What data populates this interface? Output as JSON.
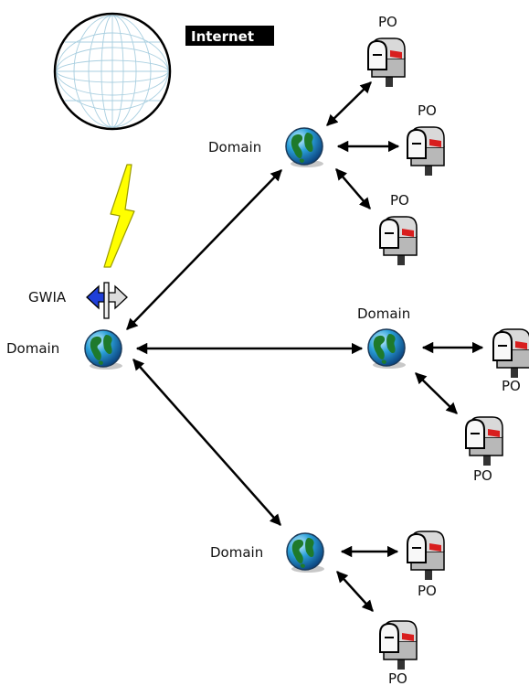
{
  "internet": {
    "label": "Internet"
  },
  "gateway": {
    "label": "GWIA"
  },
  "domains": {
    "primary": "Domain",
    "top": "Domain",
    "middle": "Domain",
    "bottom": "Domain"
  },
  "post_offices": {
    "top_1": "PO",
    "top_2": "PO",
    "top_3": "PO",
    "middle_1": "PO",
    "middle_2": "PO",
    "bottom_1": "PO",
    "bottom_2": "PO"
  }
}
